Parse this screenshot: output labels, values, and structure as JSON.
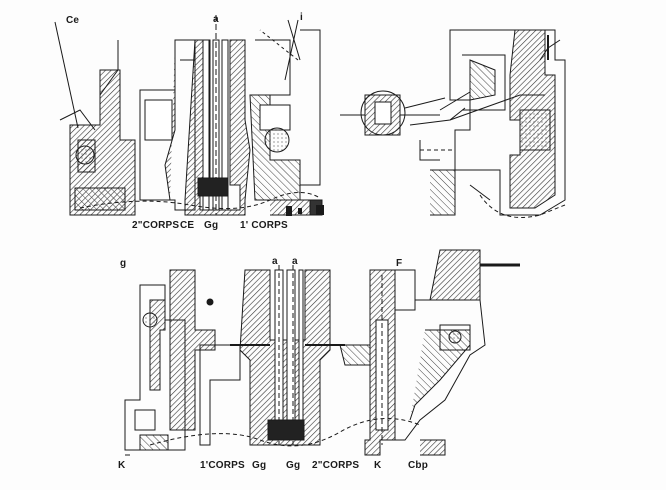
{
  "top_left": {
    "label_ce_top": "Ce",
    "label_a": "a",
    "label_i": "i",
    "label_2corps": "2\"CORPS",
    "label_ce": "CE",
    "label_gg": "Gg",
    "label_1corps": "1' CORPS"
  },
  "bottom": {
    "label_g": "g",
    "label_a1": "a",
    "label_a2": "a",
    "label_f": "F",
    "label_k_left": "K",
    "label_1corps": "1'CORPS",
    "label_gg1": "Gg",
    "label_gg2": "Gg",
    "label_2corps": "2\"CORPS",
    "label_k_right": "K",
    "label_cbp": "Cbp"
  },
  "colors": {
    "ink": "#1a1a1a",
    "paper": "#fdfdfd",
    "hatch": "#333333"
  }
}
